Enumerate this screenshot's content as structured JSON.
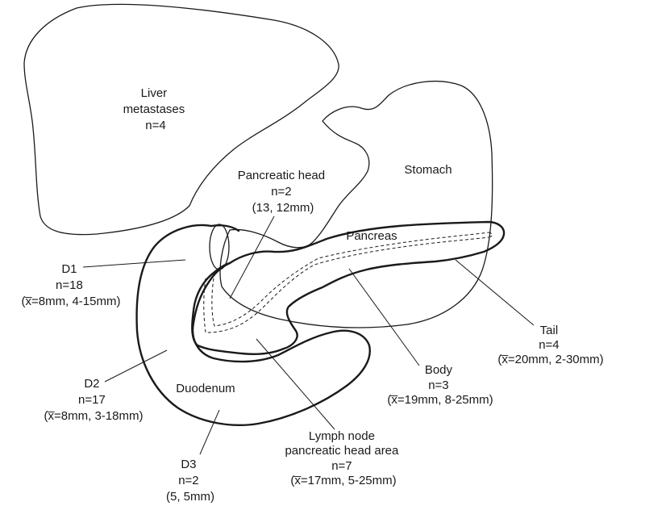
{
  "labels": {
    "liver": {
      "line1": "Liver",
      "line2": "metastases",
      "line3": "n=4"
    },
    "stomach": {
      "line1": "Stomach"
    },
    "pancreas": {
      "line1": "Pancreas"
    },
    "duodenum": {
      "line1": "Duodenum"
    },
    "pancreatic_head": {
      "line1": "Pancreatic head",
      "line2": "n=2",
      "line3": "(13, 12mm)"
    },
    "d1": {
      "line1": "D1",
      "line2": "n=18",
      "line3": "(x̅=8mm, 4-15mm)"
    },
    "d2": {
      "line1": "D2",
      "line2": "n=17",
      "line3": "(x̅=8mm, 3-18mm)"
    },
    "d3": {
      "line1": "D3",
      "line2": "n=2",
      "line3": "(5, 5mm)"
    },
    "lymph_node": {
      "line1": "Lymph node",
      "line2": "pancreatic head area",
      "line3": "n=7",
      "line4": "(x̅=17mm, 5-25mm)"
    },
    "body": {
      "line1": "Body",
      "line2": "n=3",
      "line3": "(x̅=19mm, 8-25mm)"
    },
    "tail": {
      "line1": "Tail",
      "line2": "n=4",
      "line3": "(x̅=20mm, 2-30mm)"
    }
  }
}
